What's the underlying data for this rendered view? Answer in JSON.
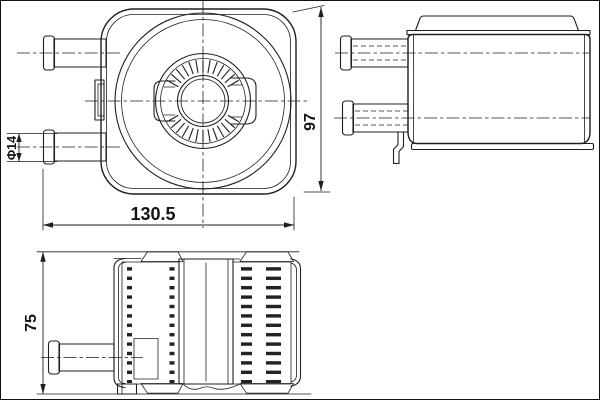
{
  "labels": {
    "front_width": "130.5",
    "front_height": "97",
    "core_height": "75",
    "port_diameter": "Φ14"
  },
  "colors": {
    "line_color": "#1f1f1f",
    "background": "#ffffff"
  }
}
